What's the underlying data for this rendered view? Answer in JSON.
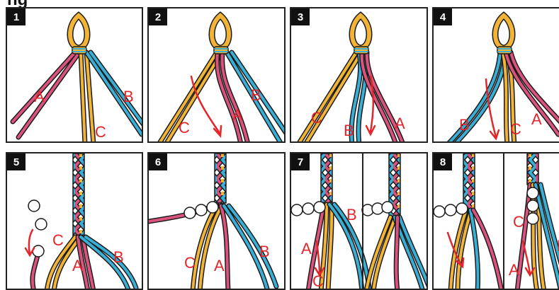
{
  "header": {
    "text": "ng"
  },
  "colors": {
    "pink": "#d9537d",
    "yellow": "#f1b437",
    "blue": "#3aaed5",
    "red": "#e3262a",
    "outline": "#1a1a1a"
  },
  "panels": [
    {
      "number": "1",
      "labels": {
        "a": "A",
        "b": "B",
        "c": "C"
      }
    },
    {
      "number": "2",
      "labels": {
        "a": "A",
        "b": "B",
        "c": "C"
      }
    },
    {
      "number": "3",
      "labels": {
        "a": "A",
        "b": "B",
        "c": "C"
      }
    },
    {
      "number": "4",
      "labels": {
        "a": "A",
        "b": "B",
        "c": "C"
      }
    },
    {
      "number": "5",
      "labels": {
        "a": "A",
        "b": "B",
        "c": "C"
      }
    },
    {
      "number": "6",
      "labels": {
        "a": "A",
        "b": "B",
        "c": "C"
      }
    },
    {
      "number": "7",
      "labels": {
        "a": "A",
        "b": "B",
        "c": "C"
      }
    },
    {
      "number": "8",
      "labels": {
        "a": "A",
        "b": "B",
        "c": "C"
      }
    }
  ]
}
